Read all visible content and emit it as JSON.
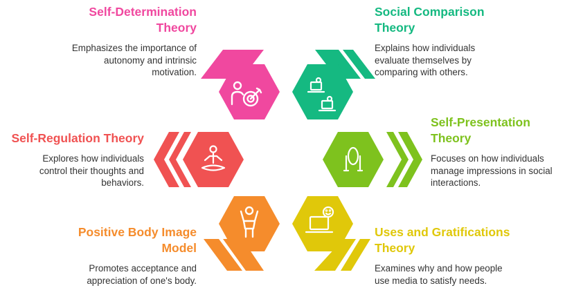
{
  "theories": [
    {
      "id": "self-determination",
      "title_line1": "Self-Determination",
      "title_line2": "Theory",
      "desc_line1": "Emphasizes the importance of",
      "desc_line2": "autonomy and intrinsic",
      "desc_line3": "motivation.",
      "color": "#f0489f",
      "icon": "target-person-icon"
    },
    {
      "id": "social-comparison",
      "title_line1": "Social Comparison",
      "title_line2": "Theory",
      "desc_line1": "Explains how individuals",
      "desc_line2": "evaluate themselves by",
      "desc_line3": "comparing with others.",
      "color": "#15b981",
      "icon": "comparison-laptops-icon"
    },
    {
      "id": "self-regulation",
      "title_line1": "Self-Regulation Theory",
      "desc_line1": "Explores how individuals",
      "desc_line2": "control their thoughts and",
      "desc_line3": "behaviors.",
      "color": "#f05252",
      "icon": "meditation-person-icon"
    },
    {
      "id": "self-presentation",
      "title_line1": "Self-Presentation",
      "title_line2": "Theory",
      "desc_line1": "Focuses on how individuals",
      "desc_line2": "manage impressions in social",
      "desc_line3": "interactions.",
      "color": "#7ec21e",
      "icon": "mirror-icon"
    },
    {
      "id": "positive-body-image",
      "title_line1": "Positive Body Image",
      "title_line2": "Model",
      "desc_line1": "Promotes acceptance and",
      "desc_line2": "appreciation of one's body.",
      "color": "#f58c2c",
      "icon": "cheering-person-icon"
    },
    {
      "id": "uses-gratifications",
      "title_line1": "Uses and Gratifications",
      "title_line2": "Theory",
      "desc_line1": "Examines why and how people",
      "desc_line2": "use media to satisfy needs.",
      "color": "#e0c80a",
      "icon": "smiley-laptop-icon"
    }
  ]
}
